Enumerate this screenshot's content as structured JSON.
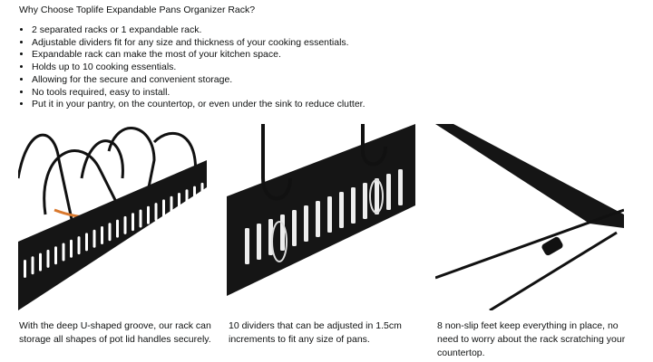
{
  "heading": "Why Choose Toplife Expandable Pans Organizer Rack?",
  "bullets": [
    "2 separated racks or 1 expandable rack.",
    "Adjustable dividers fit for any size and thickness of your cooking essentials.",
    "Expandable rack can make the most of your kitchen space.",
    "Holds up to 10 cooking essentials.",
    "Allowing for the secure and convenient storage.",
    "No tools required, easy to install.",
    "Put it in your pantry, on the countertop, or even under the sink to reduce clutter."
  ],
  "features": [
    {
      "caption": "With the deep U-shaped groove, our rack can storage all shapes of pot lid handles securely."
    },
    {
      "caption": "10 dividers that can be adjusted in 1.5cm increments to fit any size of pans."
    },
    {
      "caption": "8 non-slip feet keep everything in place, no need to worry about the rack scratching your countertop."
    }
  ]
}
